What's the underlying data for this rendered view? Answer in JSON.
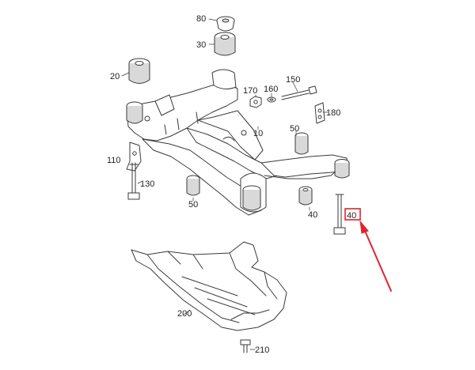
{
  "diagram": {
    "callouts": [
      {
        "id": "c80",
        "label": "80"
      },
      {
        "id": "c30",
        "label": "30"
      },
      {
        "id": "c20",
        "label": "20"
      },
      {
        "id": "c170",
        "label": "170"
      },
      {
        "id": "c160",
        "label": "160"
      },
      {
        "id": "c150",
        "label": "150"
      },
      {
        "id": "c180",
        "label": "180"
      },
      {
        "id": "c10",
        "label": "10"
      },
      {
        "id": "c50a",
        "label": "50"
      },
      {
        "id": "c110",
        "label": "110"
      },
      {
        "id": "c130",
        "label": "130"
      },
      {
        "id": "c50b",
        "label": "50"
      },
      {
        "id": "c40a",
        "label": "40"
      },
      {
        "id": "c40b",
        "label": "40"
      },
      {
        "id": "c200",
        "label": "200"
      },
      {
        "id": "c210",
        "label": "210"
      }
    ],
    "highlighted_part": "40",
    "colors": {
      "line": "#3a3a3a",
      "part_fill": "#ffffff",
      "rubber_fill": "#d9d9d9",
      "highlight": "#e0232b",
      "arrow": "#e0232b"
    }
  }
}
